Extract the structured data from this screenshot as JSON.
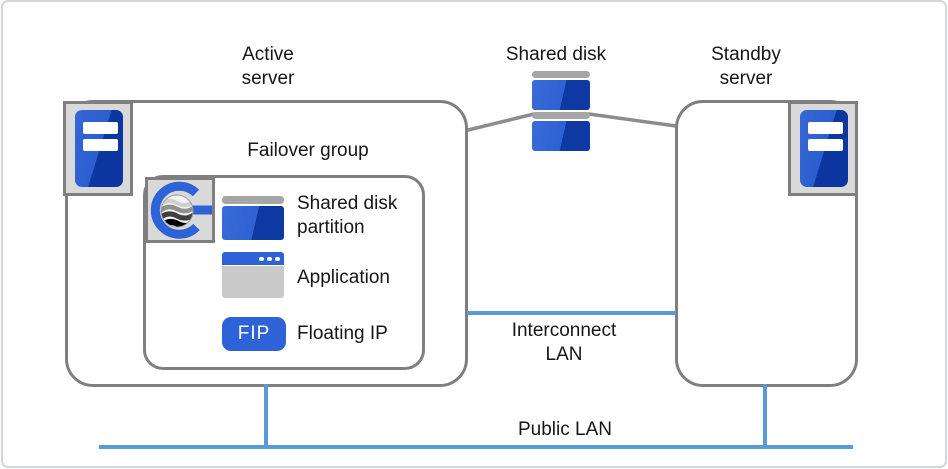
{
  "colors": {
    "accent_blue": "#2e63d8",
    "dark_blue": "#0e38a2",
    "lan_blue": "#5b9bd5",
    "border_gray": "#7f7f7f",
    "chip_gray": "#d9d9d9",
    "disk_cap_gray": "#a6a6a6"
  },
  "active_server": {
    "label": "Active\nserver"
  },
  "standby_server": {
    "label": "Standby\nserver"
  },
  "shared_disk": {
    "label": "Shared disk"
  },
  "failover_group": {
    "label": "Failover group",
    "items": [
      {
        "label": "Shared disk\npartition"
      },
      {
        "label": "Application"
      },
      {
        "label": "Floating IP",
        "badge": "FIP"
      }
    ]
  },
  "interconnect_lan": {
    "label": "Interconnect\nLAN"
  },
  "public_lan": {
    "label": "Public LAN"
  }
}
